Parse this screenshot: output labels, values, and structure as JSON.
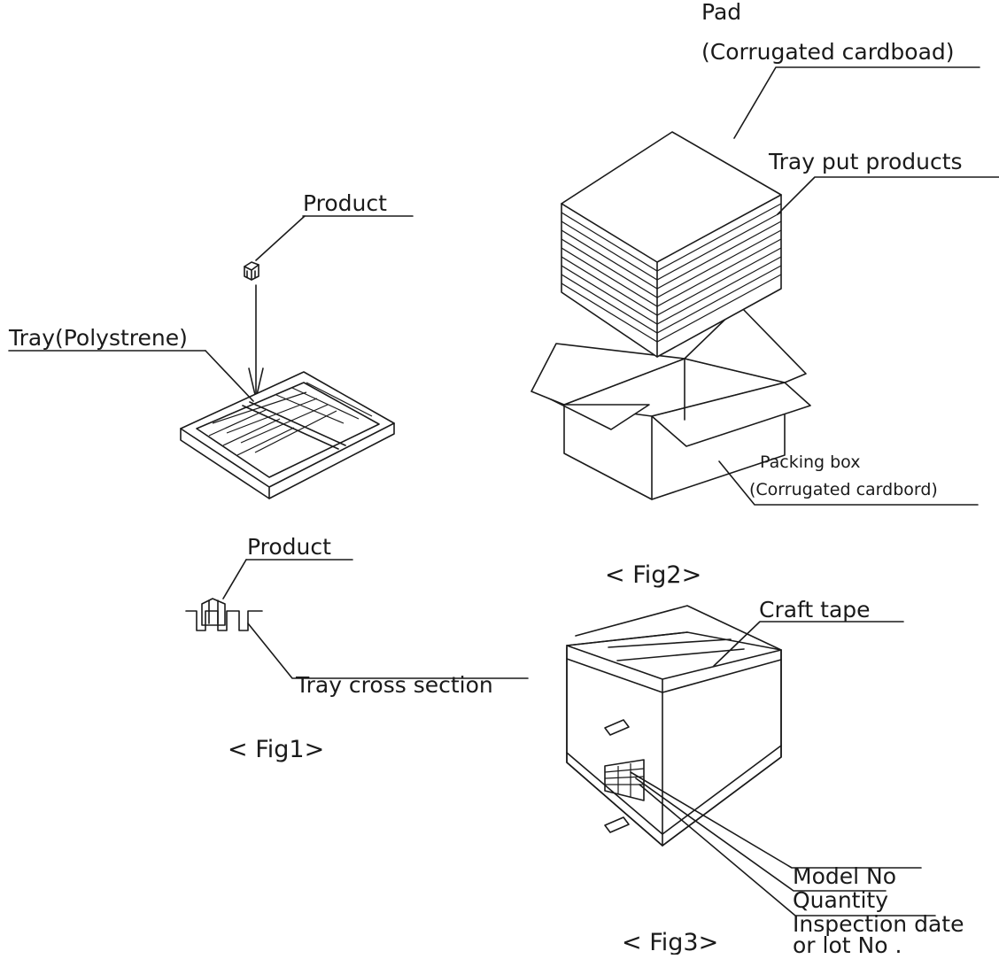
{
  "fig1": {
    "caption": "< Fig1>",
    "product_label": "Product",
    "tray_label": "Tray(Polystrene)",
    "section_product_label": "Product",
    "cross_section_label": "Tray cross section"
  },
  "fig2": {
    "caption": "< Fig2>",
    "pad_label_line1": "Pad",
    "pad_label_line2": "(Corrugated cardboad)",
    "tray_stack_label": "Tray put products",
    "box_label_line1": "Packing box",
    "box_label_line2": "(Corrugated cardbord)"
  },
  "fig3": {
    "caption": "< Fig3>",
    "tape_label": "Craft tape",
    "model_label": "Model No",
    "quantity_label": "Quantity",
    "inspection_label": "Inspection date",
    "lot_label": "or lot No ."
  }
}
